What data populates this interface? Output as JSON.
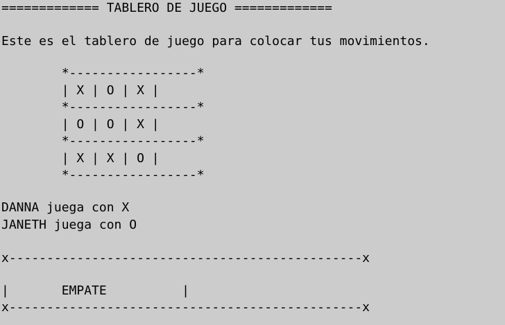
{
  "console": {
    "header": "============= TABLERO DE JUEGO =============",
    "intro": "Este es el tablero de juego para colocar tus movimientos.",
    "board": {
      "border_top": "        *-----------------*",
      "row_1": "        | X | O | X |",
      "separator_1": "        *-----------------*",
      "row_2": "        | O | O | X |",
      "separator_2": "        *-----------------*",
      "row_3": "        | X | X | O |",
      "border_bottom": "        *-----------------*"
    },
    "players": [
      "DANNA juega con X",
      "JANETH juega con O"
    ],
    "result": {
      "top_line": "x-----------------------------------------------x",
      "message_line": "|       EMPATE          |",
      "bottom_line": "x-----------------------------------------------x"
    }
  }
}
